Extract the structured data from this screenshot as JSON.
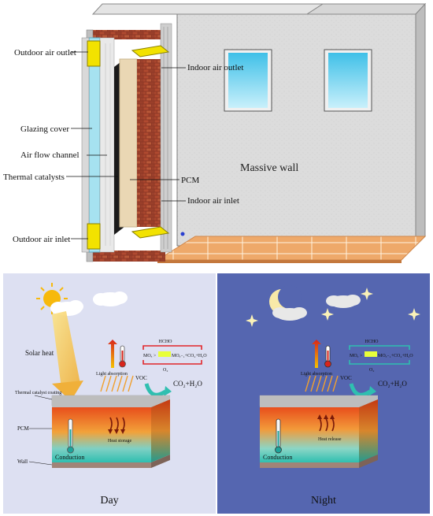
{
  "top_diagram": {
    "labels": {
      "outdoor_air_outlet": "Outdoor air outlet",
      "glazing_cover": "Glazing cover",
      "air_flow_channel": "Air flow channel",
      "thermal_catalysts": "Thermal catalysts",
      "outdoor_air_inlet": "Outdoor air inlet",
      "indoor_air_outlet": "Indoor air outlet",
      "pcm": "PCM",
      "indoor_air_inlet": "Indoor air inlet",
      "massive_wall": "Massive wall"
    }
  },
  "day_panel": {
    "caption": "Day",
    "solar_heat": "Solar heat",
    "thermal_catalyst_coating": "Thermal catalyst coating",
    "pcm": "PCM",
    "wall": "Wall",
    "light_absorption": "Light absorption",
    "conduction": "Conduction",
    "heat_storage": "Heat storage",
    "voc": "VOC",
    "products": "CO₂+H₂O",
    "hcho": "HCHO",
    "reaction_left": "MOₓ >",
    "reaction_right": "MOₓ₋₁+CO₂+H₂O",
    "o2": "O₂"
  },
  "night_panel": {
    "caption": "Night",
    "light_absorption": "Light absorption",
    "heat_release": "Heat release",
    "conduction": "Conduction",
    "voc": "VOC",
    "products": "CO₂+H₂O",
    "hcho": "HCHO",
    "reaction_left": "MOₓ >",
    "reaction_right": "MOₓ₋₁+CO₂+H₂O",
    "o2": "O₂"
  },
  "colors": {
    "yellow_vent": "#f2e200",
    "brick": "#a0432d",
    "glazing": "#9fe0f0",
    "pcm": "#ead7b4",
    "day_bg": "#dde0f2",
    "night_bg": "#5566b0",
    "floor": "#e8a76a"
  }
}
